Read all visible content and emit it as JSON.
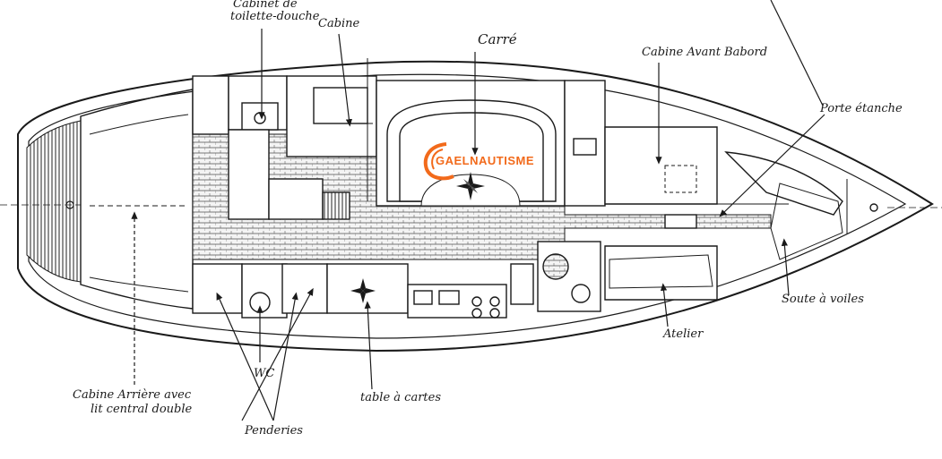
{
  "labels": {
    "cabinet_toilette": "Cabinet de toilette-douche",
    "cabinet_line1": "Cabinet de",
    "cabinet_line2": "toilette-douche",
    "cabine": "Cabine",
    "carre": "Carré",
    "cabine_avant": "Cabine Avant Babord",
    "porte_etanche": "Porte étanche",
    "soute_voiles": "Soute à voiles",
    "atelier": "Atelier",
    "table_cartes": "table à cartes",
    "wc": "WC",
    "penderies": "Penderies",
    "cabine_arriere_line1": "Cabine Arrière avec",
    "cabine_arriere_line2": "lit central double"
  },
  "logo": {
    "text": "GAELNAUTISME",
    "color": "#f26a1b"
  },
  "colors": {
    "ink": "#1a1a1a",
    "accent": "#f26a1b"
  }
}
